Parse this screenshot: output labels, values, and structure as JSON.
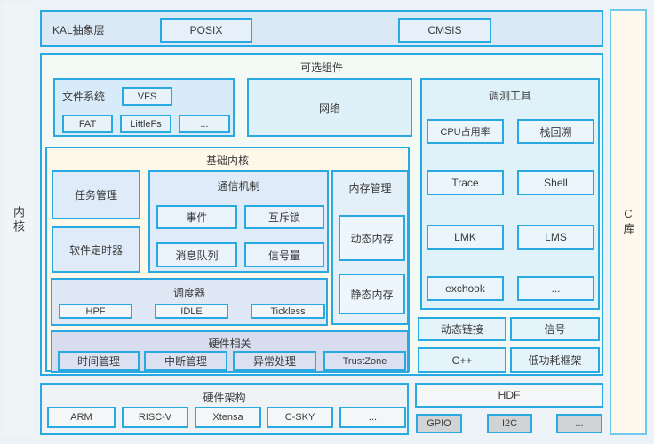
{
  "strips": {
    "kernel": "内核",
    "clib": "C库"
  },
  "kal": {
    "title": "KAL抽象层",
    "posix": "POSIX",
    "cmsis": "CMSIS"
  },
  "optional": {
    "title": "可选组件",
    "filesystem": {
      "title": "文件系统",
      "vfs": "VFS",
      "items": [
        "FAT",
        "LittleFs",
        "..."
      ]
    },
    "network": "网络",
    "debug": {
      "title": "调测工具",
      "tools": [
        "CPU占用率",
        "栈回溯",
        "Trace",
        "Shell",
        "LMK",
        "LMS",
        "exchook",
        "..."
      ]
    },
    "extras": [
      "动态链接",
      "信号",
      "C++",
      "低功耗框架"
    ]
  },
  "kernel_core": {
    "title": "基础内核",
    "task": "任务管理",
    "swtimer": "软件定时器",
    "ipc": {
      "title": "通信机制",
      "items": [
        "事件",
        "互斥锁",
        "消息队列",
        "信号量"
      ]
    },
    "memory": {
      "title": "内存管理",
      "items": [
        "动态内存",
        "静态内存"
      ]
    },
    "scheduler": {
      "title": "调度器",
      "items": [
        "HPF",
        "IDLE",
        "Tickless"
      ]
    },
    "hardware": {
      "title": "硬件相关",
      "items": [
        "时间管理",
        "中断管理",
        "异常处理",
        "TrustZone"
      ]
    }
  },
  "hw_arch": {
    "title": "硬件架构",
    "items": [
      "ARM",
      "RISC-V",
      "Xtensa",
      "C-SKY",
      "..."
    ]
  },
  "hdf": {
    "title": "HDF",
    "items": [
      "GPIO",
      "I2C",
      "..."
    ]
  },
  "colors": {
    "border_accent": "#29a9e2",
    "clib_border": "#6fc9f0",
    "core_bg": "#fdf8e8",
    "hardware_bg": "#d7dcee",
    "driver_box_bg": "#d2d3d4",
    "page_bg": "#ecf2f5"
  }
}
